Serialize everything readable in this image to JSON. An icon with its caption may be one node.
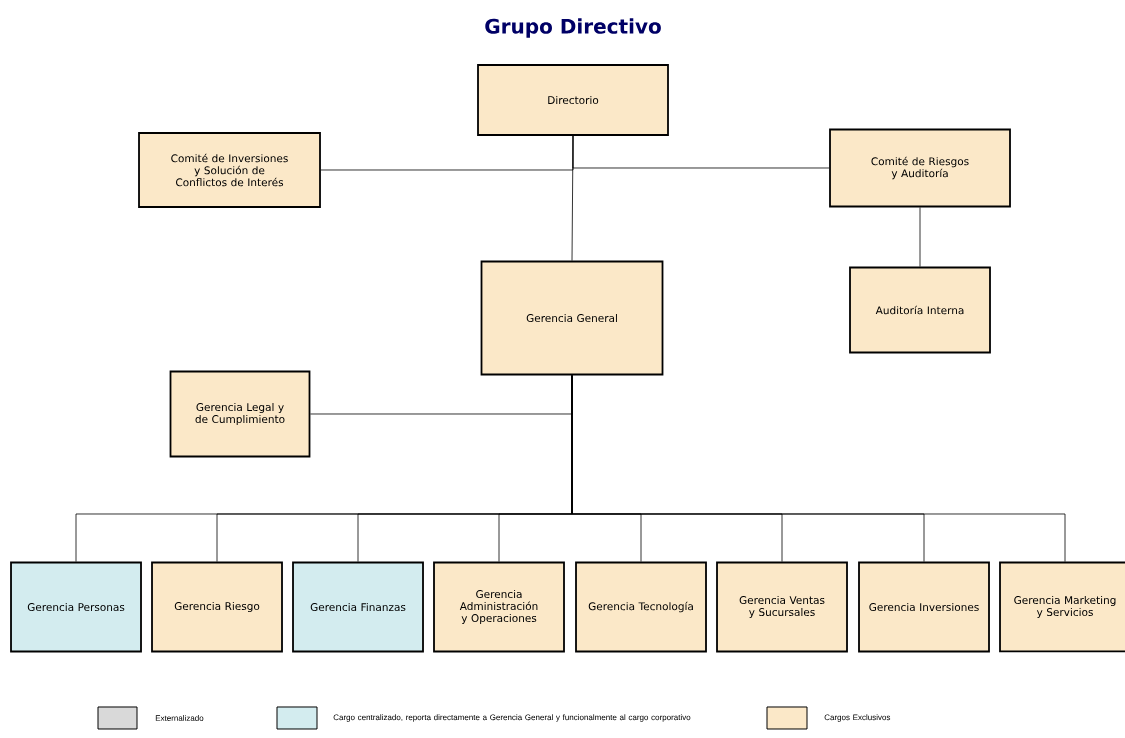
{
  "diagram": {
    "title": "Grupo Directivo",
    "nodes": [
      {
        "text": [
          "Directorio"
        ]
      },
      {
        "text": [
          "Comité de Inversiones y Solución de Conflictos de Interés"
        ]
      },
      {
        "text": [
          "Comité de Riesgos y Auditoría"
        ]
      },
      {
        "text": [
          "Gerencia General"
        ]
      },
      {
        "text": [
          "Auditoría Interna"
        ]
      },
      {
        "text": [
          "Gerencia Legal y de Cumplimiento"
        ]
      },
      {
        "text": [
          "Gerencia Personas"
        ]
      },
      {
        "text": [
          "Gerencia Riesgo"
        ]
      },
      {
        "text": [
          "Gerencia Finanzas"
        ]
      },
      {
        "text": [
          "Gerencia Administración y Operaciones"
        ]
      },
      {
        "text": [
          "Gerencia Tecnología"
        ]
      },
      {
        "text": [
          "Gerencia Ventas y Sucursales"
        ]
      },
      {
        "text": [
          "Gerencia Inversiones"
        ]
      },
      {
        "text": [
          "Gerencia Marketing y Servicios"
        ]
      }
    ],
    "edges": [
      {
        "from": 1,
        "to": 0,
        "arrow": "none"
      },
      {
        "from": 2,
        "to": 0,
        "arrow": "none"
      },
      {
        "from": 0,
        "to": 3,
        "arrow": "none"
      },
      {
        "from": 2,
        "to": 4,
        "arrow": "none"
      },
      {
        "from": 5,
        "to": 3,
        "arrow": "none"
      },
      {
        "from": 3,
        "to": 6,
        "arrow": "none"
      },
      {
        "from": 3,
        "to": 7,
        "arrow": "none"
      },
      {
        "from": 3,
        "to": 8,
        "arrow": "none"
      },
      {
        "from": 3,
        "to": 9,
        "arrow": "none"
      },
      {
        "from": 3,
        "to": 10,
        "arrow": "none"
      },
      {
        "from": 3,
        "to": 11,
        "arrow": "none"
      },
      {
        "from": 3,
        "to": 12,
        "arrow": "none"
      },
      {
        "from": 3,
        "to": 13,
        "arrow": "none"
      }
    ],
    "legend": [
      {
        "text": "Externalizado",
        "color": "#d9d9d9"
      },
      {
        "text": "Cargo centralizado, reporta directamente a Gerencia General y funcionalmente al cargo corporativo",
        "color": "#d3ecef"
      },
      {
        "text": "Cargos Exclusivos",
        "color": "#fbe8c8"
      }
    ]
  }
}
